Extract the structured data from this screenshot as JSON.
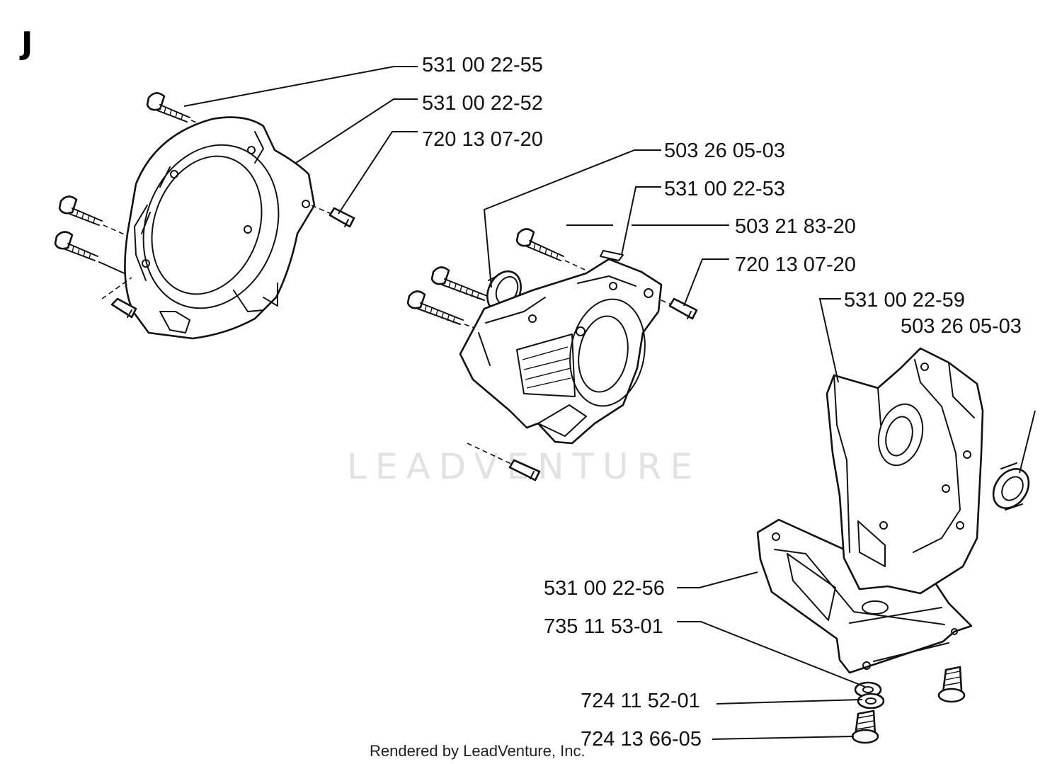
{
  "section_letter": "J",
  "watermark": "LEADVENTURE",
  "credit": "Rendered by LeadVenture, Inc.",
  "labels": [
    "531 00 22-55",
    "531 00 22-52",
    "720 13 07-20",
    "503 26 05-03",
    "531 00 22-53",
    "503 21 83-20",
    "720 13 07-20",
    "531 00 22-59",
    "503 26 05-03",
    "531 00 22-56",
    "735 11 53-01",
    "724 11 52-01",
    "724 13 66-05"
  ]
}
